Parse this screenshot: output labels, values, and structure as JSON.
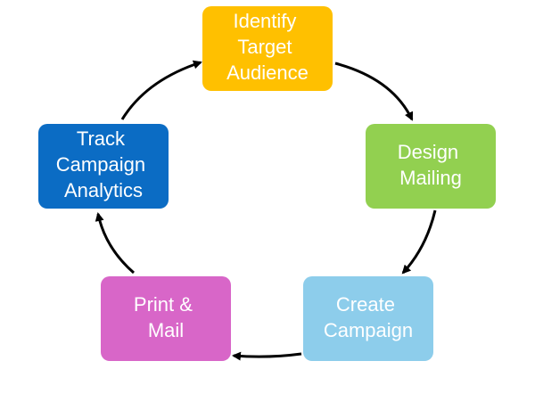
{
  "nodes": [
    {
      "id": "identify-target-audience",
      "lines": [
        "Identify",
        "Target",
        "Audience"
      ],
      "color": "#FFC000"
    },
    {
      "id": "design-mailing",
      "lines": [
        "Design",
        "Mailing"
      ],
      "color": "#92D050"
    },
    {
      "id": "create-campaign",
      "lines": [
        "Create",
        "Campaign"
      ],
      "color": "#8DCDEB"
    },
    {
      "id": "print-mail",
      "lines": [
        "Print &",
        "Mail"
      ],
      "color": "#D866C8"
    },
    {
      "id": "track-campaign-analytics",
      "lines": [
        "Track",
        "Campaign",
        "Analytics"
      ],
      "color": "#0B6CC4"
    }
  ],
  "connectors": [
    {
      "from": "identify-target-audience",
      "to": "design-mailing"
    },
    {
      "from": "design-mailing",
      "to": "create-campaign"
    },
    {
      "from": "create-campaign",
      "to": "print-mail"
    },
    {
      "from": "print-mail",
      "to": "track-campaign-analytics"
    },
    {
      "from": "track-campaign-analytics",
      "to": "identify-target-audience"
    }
  ],
  "arrow_color": "#000000"
}
